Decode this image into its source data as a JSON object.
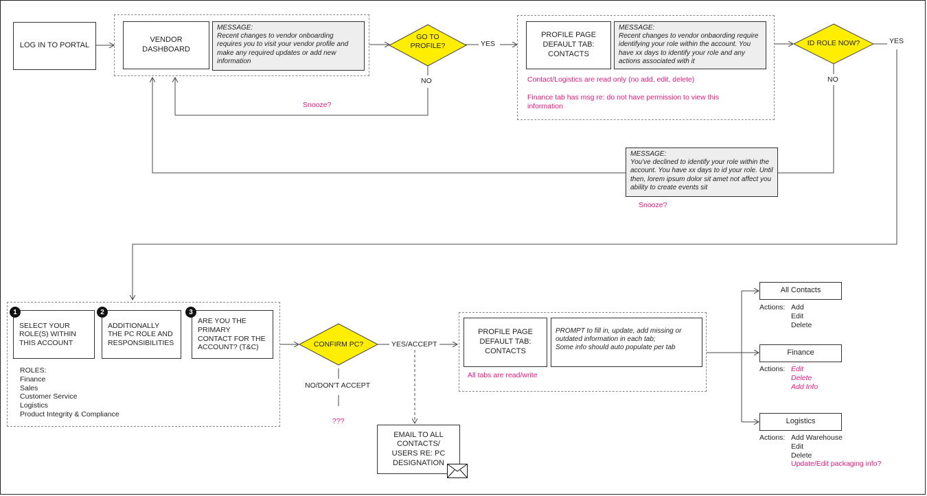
{
  "colors": {
    "accent": "#e6197d",
    "diamond": "#ffee00",
    "message_bg": "#eeeeee"
  },
  "top": {
    "login": "LOG  IN TO PORTAL",
    "vendor_dashboard": "VENDOR\nDASHBOARD",
    "message1": "MESSAGE:\nRecent changes to vendor onboarding requires you to visit your vendor  profile and make any required updates or add new information",
    "go_to_profile": "GO TO\nPROFILE?",
    "yes1": "YES",
    "no1": "NO",
    "snooze1": "Snooze?",
    "profile_page": "PROFILE PAGE\nDEFAULT TAB:\nCONTACTS",
    "message2": "MESSAGE:\nRecent changes to vendor onbaording require identifying your role within the account. You have xx days to identify your role and any actions associated with it",
    "note_readonly": "Contact/Logistics are read only (no add, edit, delete)",
    "note_finance": "Finance tab has msg re: do not have permission to view this information",
    "id_role": "ID ROLE NOW?",
    "yes2": "YES",
    "no2": "NO",
    "message3": "MESSAGE:\nYou've declined to identify your role within the account. You have xx  days to id your role. Until then, lorem ipsum dolor sit amet not affect you ability to create events sit",
    "snooze2": "Snooze?"
  },
  "bottom": {
    "step1_num": "1",
    "step1": "SELECT YOUR\nROLE(S) WITHIN\nTHIS ACCOUNT",
    "step2_num": "2",
    "step2": "ADDITIONALLY\nTHE PC ROLE AND\nRESPONSIBILITIES",
    "step3_num": "3",
    "step3": "ARE YOU THE\nPRIMARY\nCONTACT FOR THE\nACCOUNT? (T&C)",
    "roles": "ROLES:\nFinance\nSales\nCustomer Service\nLogistics\nProduct Integrity & Compliance",
    "confirm_pc": "CONFIRM PC?",
    "yes_accept": "YES/ACCEPT",
    "no_accept": "NO/DON'T ACCEPT",
    "qqq": "???",
    "email": "EMAIL TO ALL\nCONTACTS/\nUSERS RE: PC\nDESIGNATION",
    "profile_page": "PROFILE PAGE\nDEFAULT TAB:\nCONTACTS",
    "prompt": "PROMPT to fill in, update, add missing or outdated information in each tab;\nSome info should auto populate per tab",
    "all_tabs_rw": "All tabs are read/write"
  },
  "tabs": {
    "actions_label": "Actions:",
    "all_contacts": {
      "title": "All Contacts",
      "actions": [
        "Add",
        "Edit",
        "Delete"
      ]
    },
    "finance": {
      "title": "Finance",
      "actions": [
        "Edit",
        "Delete",
        "Add Info"
      ]
    },
    "logistics": {
      "title": "Logistics",
      "actions": [
        "Add Warehouse",
        "Edit",
        "Delete"
      ],
      "extra": "Update/Edit packaging info?"
    }
  }
}
